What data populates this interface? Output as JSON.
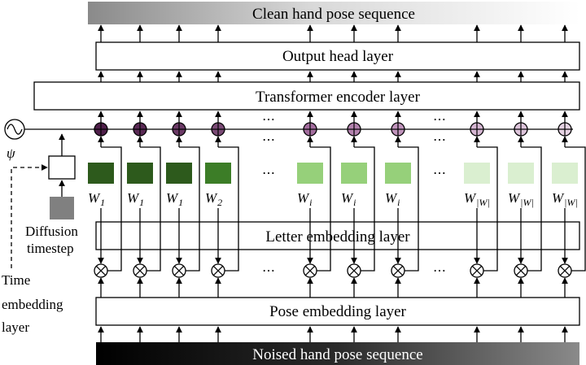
{
  "top_banner": {
    "text": "Clean hand pose sequence"
  },
  "bottom_banner": {
    "text": "Noised hand pose sequence"
  },
  "layers": {
    "output_head": "Output head layer",
    "transformer": "Transformer encoder layer",
    "letter_embedding": "Letter embedding layer",
    "pose_embedding": "Pose embedding layer"
  },
  "side": {
    "psi": "ψ",
    "diffusion_timestep_line1": "Diffusion",
    "diffusion_timestep_line2": "timestep",
    "time_embedding_line1": "Time",
    "time_embedding_line2": "embedding",
    "time_embedding_line3": "layer"
  },
  "ellipsis": "⋯",
  "columns": [
    {
      "w_main": "W",
      "w_sub": "1",
      "block_color": "#2d5a1c",
      "add_color": "#4f1f4a"
    },
    {
      "w_main": "W",
      "w_sub": "1",
      "block_color": "#2d5a1c",
      "add_color": "#5a2a55"
    },
    {
      "w_main": "W",
      "w_sub": "1",
      "block_color": "#2d5a1c",
      "add_color": "#6b3a66"
    },
    {
      "w_main": "W",
      "w_sub": "2",
      "block_color": "#3c7d27",
      "add_color": "#7a4a75"
    },
    {
      "w_main": "W",
      "w_sub": "i",
      "block_color": "#96d07a",
      "add_color": "#a36d9e"
    },
    {
      "w_main": "W",
      "w_sub": "i",
      "block_color": "#96d07a",
      "add_color": "#b382ae"
    },
    {
      "w_main": "W",
      "w_sub": "i",
      "block_color": "#96d07a",
      "add_color": "#c094bc"
    },
    {
      "w_main": "W",
      "w_sub": "|W|",
      "block_color": "#daefd0",
      "add_color": "#d5b6d2"
    },
    {
      "w_main": "W",
      "w_sub": "|W|",
      "block_color": "#daefd0",
      "add_color": "#ddc4da"
    },
    {
      "w_main": "W",
      "w_sub": "|W|",
      "block_color": "#daefd0",
      "add_color": "#e6d3e3"
    }
  ],
  "colors": {
    "timestep_block": "#808080",
    "line": "#000000"
  }
}
